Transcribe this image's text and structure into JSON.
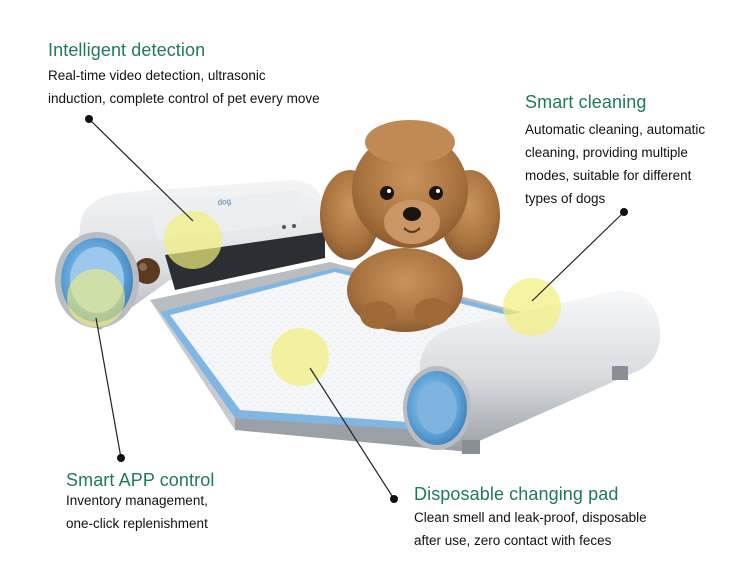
{
  "callouts": {
    "detection": {
      "title": "Intelligent detection",
      "body": "Real-time video detection, ultrasonic\ninduction, complete control of pet every move"
    },
    "cleaning": {
      "title": "Smart cleaning",
      "body": "Automatic cleaning, automatic\ncleaning, providing multiple\nmodes, suitable for different\ntypes of dogs"
    },
    "app": {
      "title": "Smart APP control",
      "body": "Inventory management,\none-click replenishment"
    },
    "pad": {
      "title": "Disposable changing pad",
      "body": "Clean smell and leak-proof, disposable\nafter use, zero contact with feces"
    }
  },
  "colors": {
    "heading": "#1f7a55",
    "body_text": "#111111",
    "highlight": "#f2ef7a",
    "device_body": "#dfe1e3",
    "accent_blue": "#5a9fd6",
    "pad": "#f4f6f8",
    "dog_fur": "#b07a47"
  }
}
